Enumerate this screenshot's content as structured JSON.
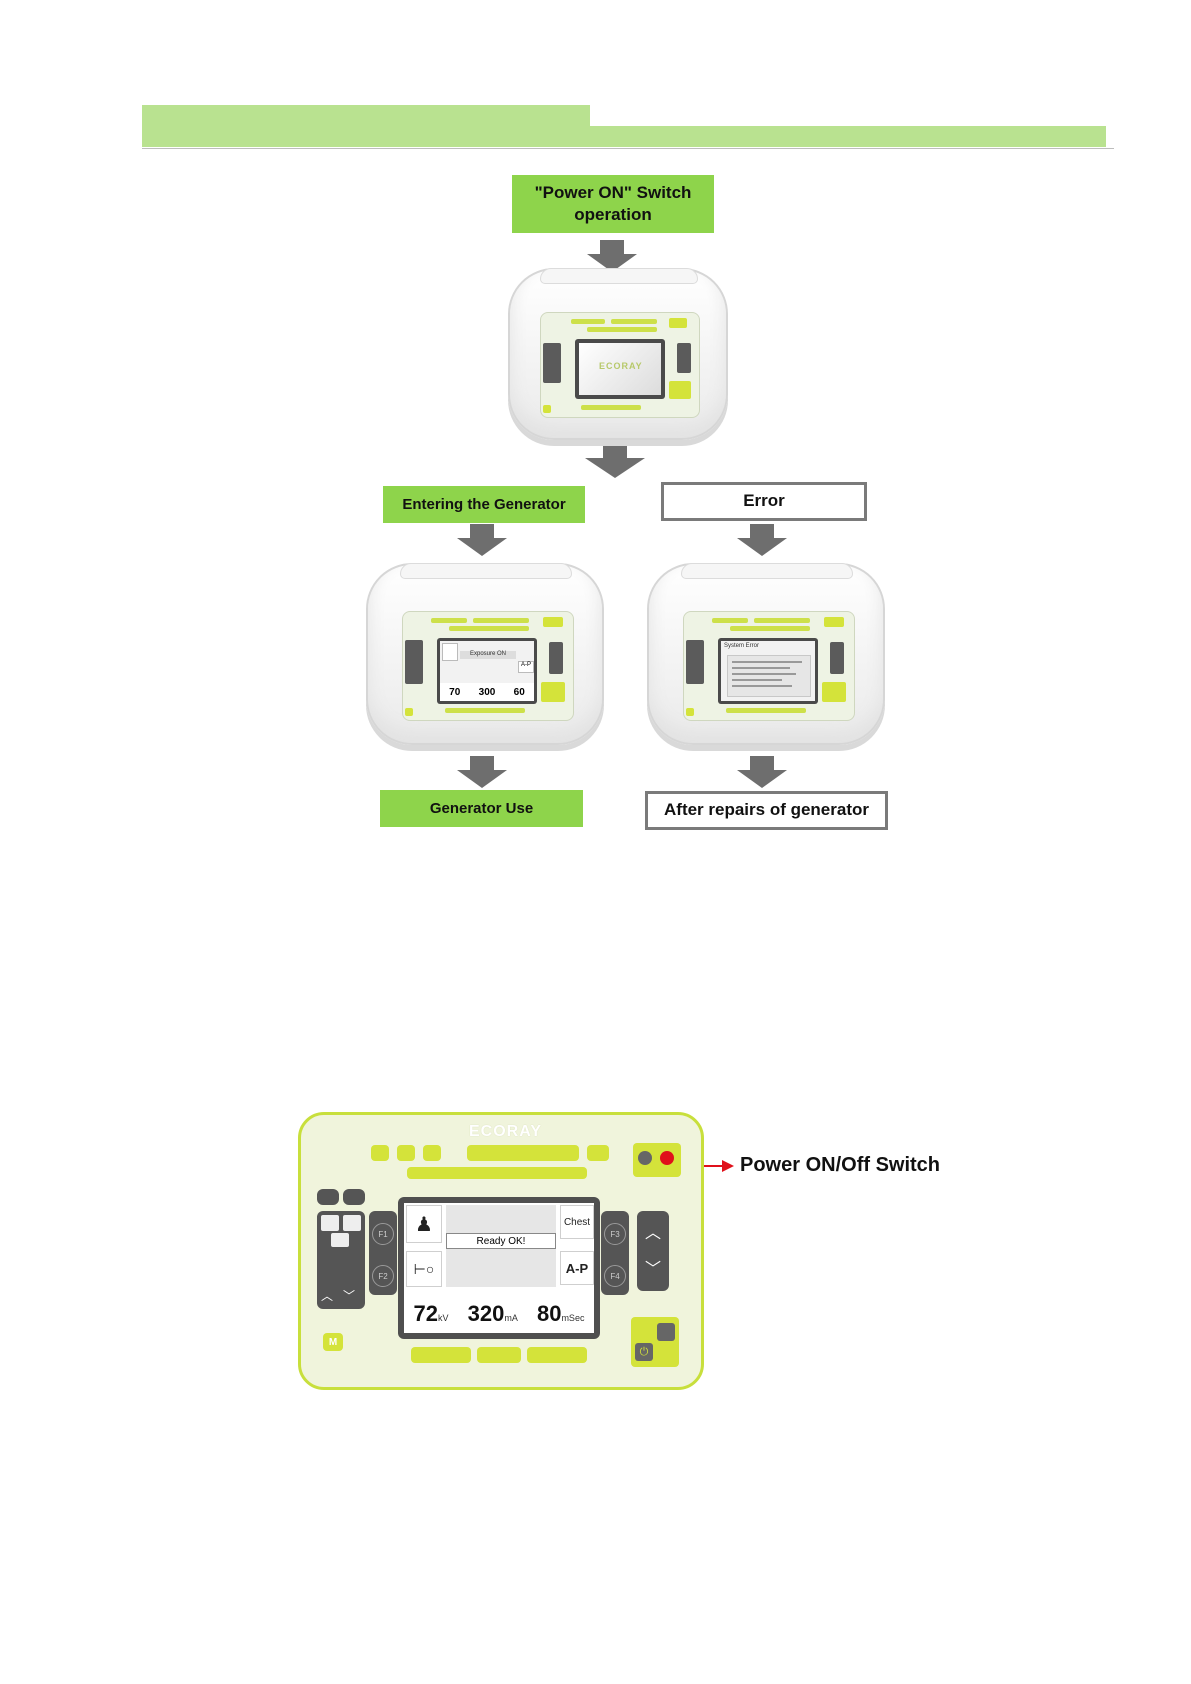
{
  "flow": {
    "power_on": "\"Power ON\" Switch operation",
    "entering": "Entering the Generator",
    "error": "Error",
    "use": "Generator Use",
    "repairs": "After repairs of generator"
  },
  "splash": {
    "brand": "ECORAY"
  },
  "exposure": {
    "label": "Exposure ON",
    "kv": "70",
    "mas": "300",
    "ms": "60",
    "view": "A-P"
  },
  "error_screen": {
    "title": "System Error"
  },
  "panel": {
    "brand": "ECORAY",
    "status": "Ready OK!",
    "body_part": "Chest",
    "view": "A-P",
    "kv": "72",
    "kv_unit": "kV",
    "ma": "320",
    "ma_unit": "mA",
    "ms": "80",
    "ms_unit": "mSec",
    "f1": "F1",
    "f2": "F2",
    "f3": "F3",
    "f4": "F4",
    "m_key": "M"
  },
  "callout": {
    "label": "Power ON/Off Switch"
  },
  "colors": {
    "header_green": "#b9e290",
    "box_green": "#8ed44b",
    "panel_lime": "#d4e33a",
    "power_red": "#e0101a"
  }
}
